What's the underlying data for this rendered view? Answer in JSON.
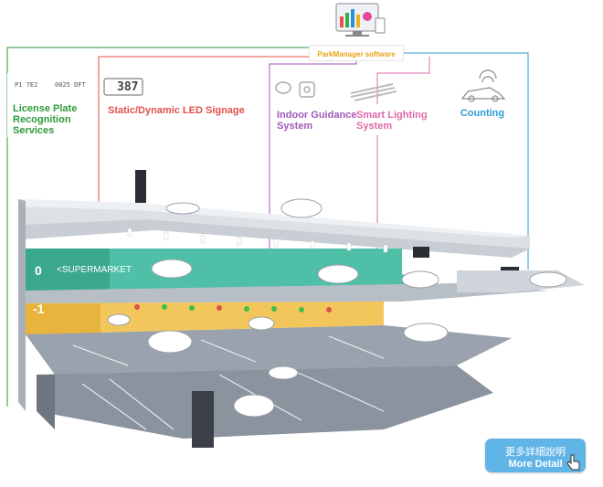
{
  "software": {
    "label": "ParkManager software"
  },
  "license_plate": {
    "title_lines": [
      "License Plate",
      "Recognition",
      "Services"
    ],
    "plate_left": "P1 7E2",
    "plate_right": "0025 DFT"
  },
  "led_signage": {
    "title": "Static/Dynamic LED Signage",
    "display": "387"
  },
  "indoor_guidance": {
    "title_lines": [
      "Indoor Guidance",
      "System"
    ]
  },
  "smart_lighting": {
    "title_lines": [
      "Smart Lighting",
      "System"
    ]
  },
  "counting": {
    "title": "Counting"
  },
  "floors": {
    "level0": "0",
    "level0_name": "SUPERMARKET",
    "level_minus1": "-1"
  },
  "more_button": {
    "line1": "更多詳細說明",
    "line2": "More Detail"
  },
  "colors": {
    "lpr_green": "#2e9a3a",
    "led_red": "#e0504a",
    "indoor_purple": "#a05ab8",
    "lighting_pink": "#e06aa8",
    "counting_blue": "#2f9bd6",
    "software_orange": "#e8a317",
    "button_blue": "#60b4e6"
  }
}
